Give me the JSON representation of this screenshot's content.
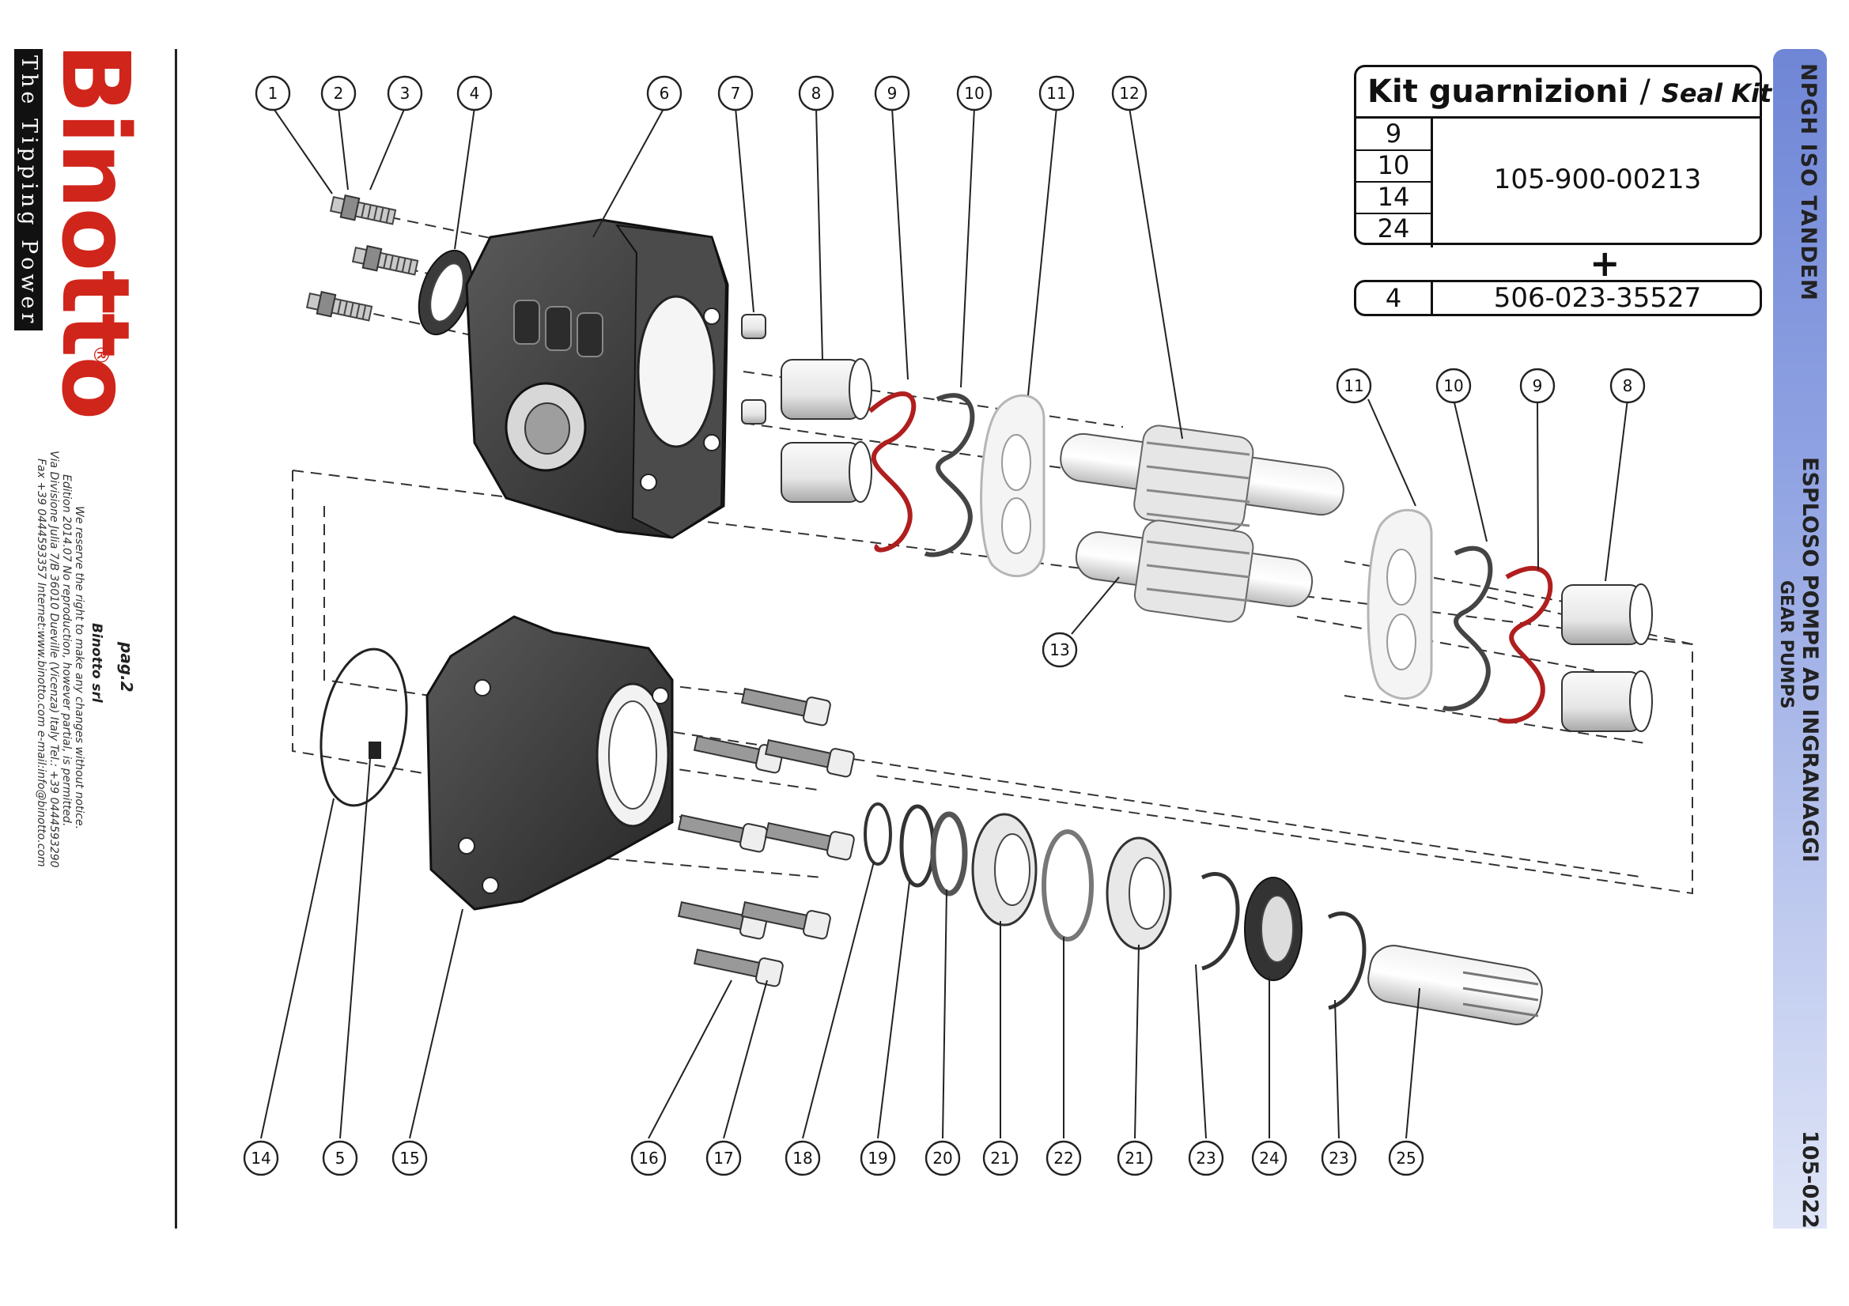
{
  "brand": {
    "name": "Binotto",
    "registered": "®",
    "tagline": "The Tipping Power"
  },
  "footer": {
    "page": "pag.2",
    "company": "Binotto srl",
    "notes": [
      "We reserve the right to make any changes without notice.",
      "Edition 2014.07 No reproduction, however partial, is permitted.",
      "Via Divisione Julia 7/B 36010 Dueville (Vicenza) Italy Tel.: +39 0444593290",
      "Fax +39 0444593357 Internet:www.binotto.com e-mail:info@binotto.com"
    ]
  },
  "side_band": {
    "title": "NPGH ISO TANDEM",
    "subtitle_it": "ESPLOSO POMPE AD INGRANAGGI",
    "subtitle_en": "GEAR PUMPS",
    "doc_code": "105-022"
  },
  "seal_kit": {
    "title_it": "Kit guarnizioni",
    "separator": "/",
    "title_en": "Seal Kit",
    "items": [
      "9",
      "10",
      "14",
      "24"
    ],
    "code": "105-900-00213",
    "plus": "+",
    "extra_item": "4",
    "extra_code": "506-023-35527"
  },
  "callouts": {
    "top": [
      "1",
      "2",
      "3",
      "4",
      "6",
      "7",
      "8",
      "9",
      "10",
      "11",
      "12"
    ],
    "right": [
      "11",
      "10",
      "9",
      "8"
    ],
    "middle": [
      "13"
    ],
    "bottom": [
      "14",
      "5",
      "15",
      "16",
      "17",
      "18",
      "19",
      "20",
      "21",
      "22",
      "21",
      "23",
      "24",
      "23",
      "25"
    ]
  },
  "colors": {
    "brand_red": "#d0251b",
    "seal_red": "#b01e1e",
    "band_blue": "#6f86d6",
    "housing_dark": "#3a3a3a"
  }
}
